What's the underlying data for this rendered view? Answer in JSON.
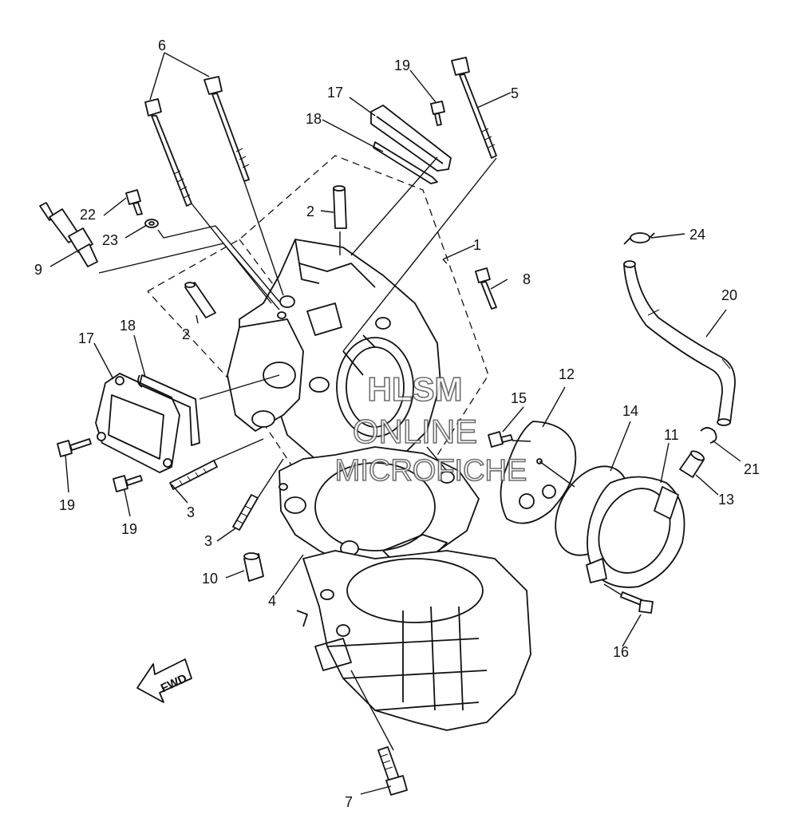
{
  "diagram": {
    "watermark": [
      "HLSM",
      "ONLINE",
      "MICROFICHE"
    ],
    "fwd_label": "FWD",
    "callouts": {
      "c1": "1",
      "c2a": "2",
      "c2b": "2",
      "c3a": "3",
      "c3b": "3",
      "c4": "4",
      "c5": "5",
      "c6": "6",
      "c7": "7",
      "c8": "8",
      "c9": "9",
      "c10": "10",
      "c11": "11",
      "c12": "12",
      "c13": "13",
      "c14": "14",
      "c15": "15",
      "c16": "16",
      "c17a": "17",
      "c17b": "17",
      "c18a": "18",
      "c18b": "18",
      "c19a": "19",
      "c19b": "19",
      "c19c": "19",
      "c20": "20",
      "c21": "21",
      "c22": "22",
      "c23": "23",
      "c24": "24"
    }
  }
}
